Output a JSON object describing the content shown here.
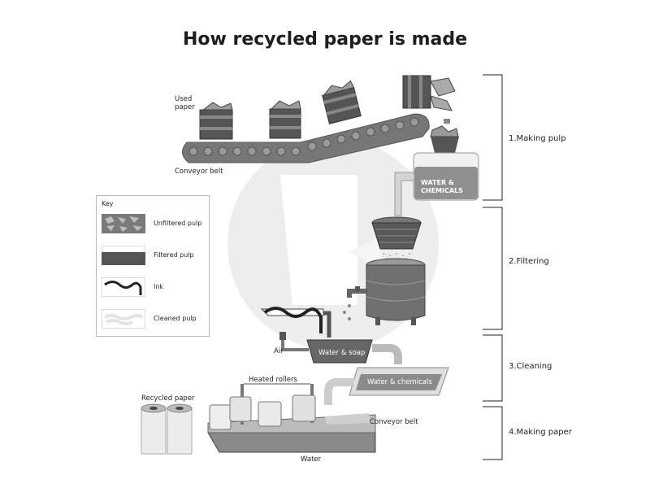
{
  "title": "How recycled paper is made",
  "labels": {
    "used_paper": "Used\npaper",
    "conveyor_belt_top": "Conveyor belt",
    "water_chemicals_tank": "WATER &\nCHEMICALS",
    "air": "Air",
    "water_soap": "Water & soap",
    "water_chemicals_tray": "Water & chemicals",
    "heated_rollers": "Heated rollers",
    "conveyor_belt_bottom": "Conveyor belt",
    "water": "Water",
    "recycled_paper": "Recycled paper"
  },
  "stages": [
    {
      "label": "1.Making pulp"
    },
    {
      "label": "2.Filtering"
    },
    {
      "label": "3.Cleaning"
    },
    {
      "label": "4.Making paper"
    }
  ],
  "key": {
    "title": "Key",
    "items": [
      {
        "label": "Unfiltered pulp",
        "swatch": "unfiltered"
      },
      {
        "label": "Filtered pulp",
        "swatch": "filtered"
      },
      {
        "label": "Ink",
        "swatch": "ink"
      },
      {
        "label": "Cleaned pulp",
        "swatch": "cleaned"
      }
    ]
  },
  "colors": {
    "dark": "#4a4a4a",
    "mid": "#8a8a8a",
    "light": "#d6d6d6",
    "watermark": "#ececec"
  }
}
